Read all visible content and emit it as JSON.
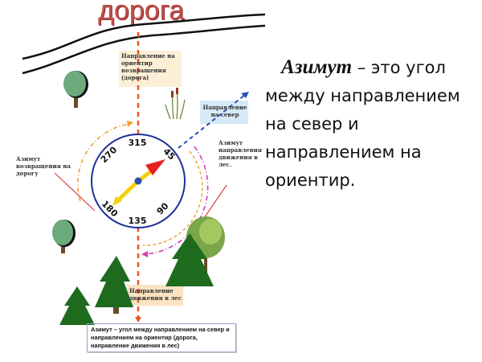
{
  "road_label": "дорога",
  "labels": {
    "return_direction": "Направление на ориентир возвращения (дорога)",
    "north_direction": "Направление на север",
    "return_azimuth": "Азимут возвращения на дорогу",
    "forest_azimuth": "Азимут направления движения в лес.",
    "forest_direction": "Направление движения в лес"
  },
  "compass": {
    "scale": [
      "315",
      "270",
      "45",
      "90",
      "135",
      "180"
    ]
  },
  "caption": "Азимут – угол между направлением на север и направлением на ориентир (дорога, направление движения в лес)",
  "definition": {
    "term": "Азимут",
    "text": " – это угол между направлением на север и направлением на ориентир."
  },
  "colors": {
    "road_text": "#c0504d",
    "dashed_line": "#e8572a",
    "north_arrow": "#2a4fb5",
    "compass_ring": "#1f2f9a",
    "tree_green": "#1e6b1e",
    "return_arc": "#f0a030",
    "forest_arc": "#d63cb0"
  }
}
